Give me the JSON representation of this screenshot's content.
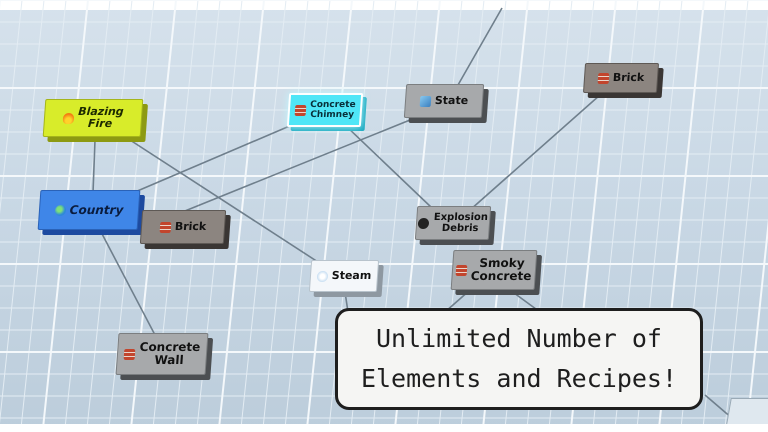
{
  "nodes": [
    {
      "id": "blazing-fire",
      "line1": "Blazing",
      "line2": "Fire",
      "icon": "fire-icon",
      "style": "yellow"
    },
    {
      "id": "concrete-chimney",
      "line1": "Concrete",
      "line2": "Chimney",
      "icon": "brick-icon",
      "style": "cyan"
    },
    {
      "id": "state",
      "line1": "State",
      "line2": "",
      "icon": "state-icon",
      "style": "gray"
    },
    {
      "id": "brick-top",
      "line1": "Brick",
      "line2": "",
      "icon": "brick-icon",
      "style": "dark"
    },
    {
      "id": "country",
      "line1": "Country",
      "line2": "",
      "icon": "globe-icon",
      "style": "blue"
    },
    {
      "id": "brick-mid",
      "line1": "Brick",
      "line2": "",
      "icon": "brick-icon",
      "style": "dark"
    },
    {
      "id": "explosion-debris",
      "line1": "Explosion",
      "line2": "Debris",
      "icon": "bomb-icon",
      "style": "gray"
    },
    {
      "id": "steam",
      "line1": "Steam",
      "line2": "",
      "icon": "steam-icon",
      "style": "white"
    },
    {
      "id": "smoky-concrete",
      "line1": "Smoky",
      "line2": "Concrete",
      "icon": "brick-icon",
      "style": "gray"
    },
    {
      "id": "concrete-wall",
      "line1": "Concrete",
      "line2": "Wall",
      "icon": "brick-icon",
      "style": "gray"
    }
  ],
  "banner": {
    "line1": "Unlimited Number of",
    "line2": "Elements and Recipes!"
  },
  "colors": {
    "board": "#c9d8e5",
    "connection_line": "#6f7f8c",
    "highlight": "#4fe6f7"
  }
}
